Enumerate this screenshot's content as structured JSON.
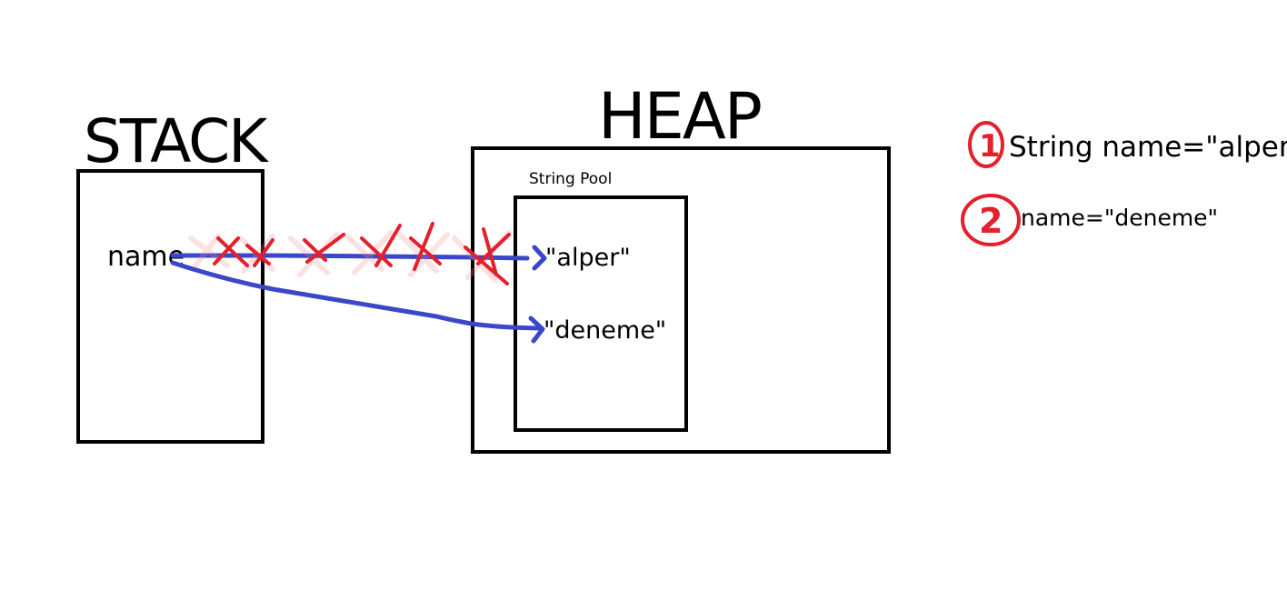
{
  "stack": {
    "title": "STACK",
    "variable": "name"
  },
  "heap": {
    "title": "HEAP",
    "pool_label": "String Pool",
    "values": [
      "\"alper\"",
      "\"deneme\""
    ]
  },
  "steps": [
    {
      "number": "1",
      "code": "String name=\"alper\""
    },
    {
      "number": "2",
      "code": "name=\"deneme\""
    }
  ],
  "colors": {
    "outline": "#000000",
    "pointer": "#3b47c9",
    "cross": "#e3202c",
    "cross_faint": "#f08a8a"
  }
}
